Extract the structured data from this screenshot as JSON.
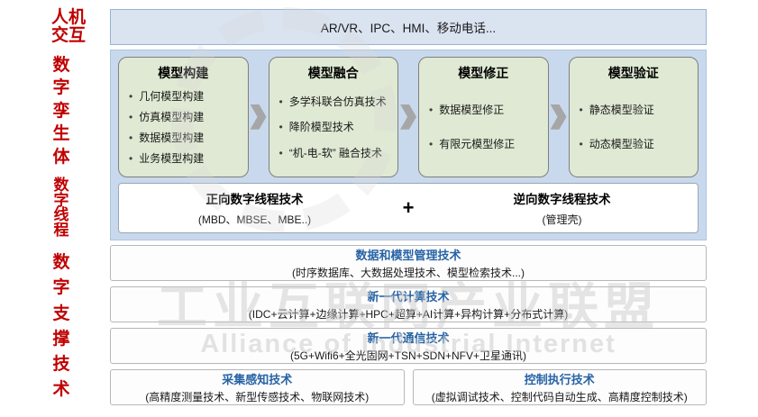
{
  "side_labels": {
    "hmi": "人机\n交互",
    "digital_twin": "数\n字\n孪\n生\n体",
    "digital_thread": "数\n字\n线\n程",
    "digital_support": "数\n字\n支\n撑\n技\n术"
  },
  "top_bar": {
    "text": "AR/VR、IPC、HMI、移动电话..."
  },
  "model_boxes": [
    {
      "title": "模型构建",
      "items": [
        "几何模型构建",
        "仿真模型构建",
        "数据模型构建",
        "业务模型构建"
      ]
    },
    {
      "title": "模型融合",
      "items": [
        "多学科联合仿真技术",
        "降阶模型技术",
        "“机-电-软” 融合技术"
      ]
    },
    {
      "title": "模型修正",
      "items": [
        "数据模型修正",
        "有限元模型修正"
      ]
    },
    {
      "title": "模型验证",
      "items": [
        "静态模型验证",
        "动态模型验证"
      ]
    }
  ],
  "thread_row": {
    "left_title": "正向数字线程技术",
    "left_sub": "(MBD、MBSE、MBE..)",
    "plus": "+",
    "right_title": "逆向数字线程技术",
    "right_sub": "(管理壳)"
  },
  "tech_rows": [
    {
      "title": "数据和模型管理技术",
      "sub": "(时序数据库、大数据处理技术、模型检索技术...)"
    },
    {
      "title": "新一代计算技术",
      "sub": "(IDC+云计算+边缘计算+HPC+超算+AI计算+异构计算+分布式计算)"
    },
    {
      "title": "新一代通信技术",
      "sub": "(5G+Wifi6+全光固网+TSN+SDN+NFV+卫星通讯)"
    }
  ],
  "bottom_rows": [
    {
      "title": "采集感知技术",
      "sub": "(高精度测量技术、新型传感技术、物联网技术)"
    },
    {
      "title": "控制执行技术",
      "sub": "(虚拟调试技术、控制代码自动生成、高精度控制技术)"
    }
  ],
  "watermark": {
    "line_cn": "工业互联网产业联盟",
    "line_en": "Alliance of Industrial Internet"
  },
  "colors": {
    "label_red": "#c00000",
    "panel_blue": "#c9d9ed",
    "bar_blue": "#dae3f0",
    "box_green": "#dfe9d3",
    "title_blue": "#2763a5",
    "arrow_gray": "#a6a6a6"
  }
}
